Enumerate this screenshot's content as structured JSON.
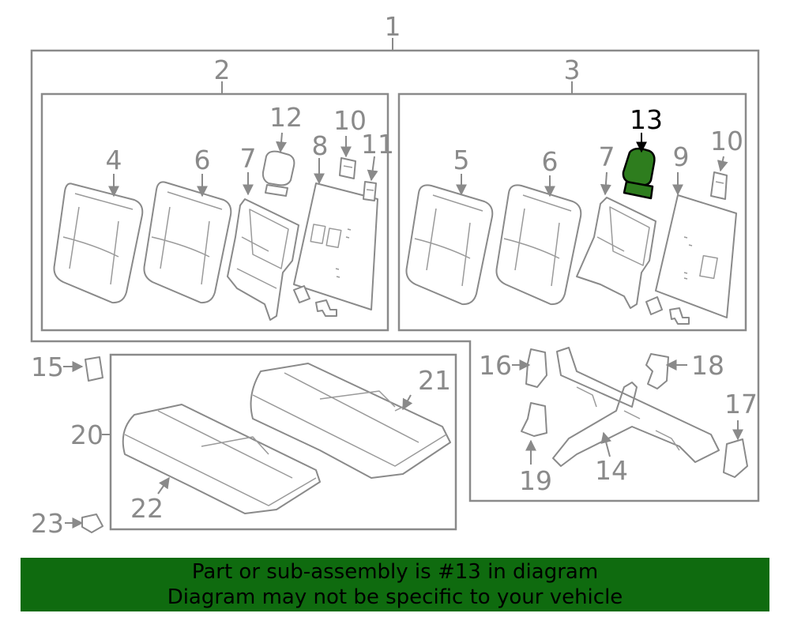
{
  "colors": {
    "banner": "#0f6b0f",
    "highlight": "#2e7d1e",
    "line": "#8a8a8a"
  },
  "highlighted_part": "13",
  "callouts": {
    "c1": "1",
    "c2": "2",
    "c3": "3",
    "c4": "4",
    "c5": "5",
    "c6a": "6",
    "c6b": "6",
    "c7a": "7",
    "c7b": "7",
    "c8": "8",
    "c9": "9",
    "c10a": "10",
    "c10b": "10",
    "c11": "11",
    "c12": "12",
    "c13": "13",
    "c14": "14",
    "c15": "15",
    "c16": "16",
    "c17": "17",
    "c18": "18",
    "c19": "19",
    "c20": "20",
    "c21": "21",
    "c22": "22",
    "c23": "23"
  },
  "banner": {
    "line1": "Part or sub-assembly is #13 in diagram",
    "line2": "Diagram may not be specific to your vehicle"
  }
}
